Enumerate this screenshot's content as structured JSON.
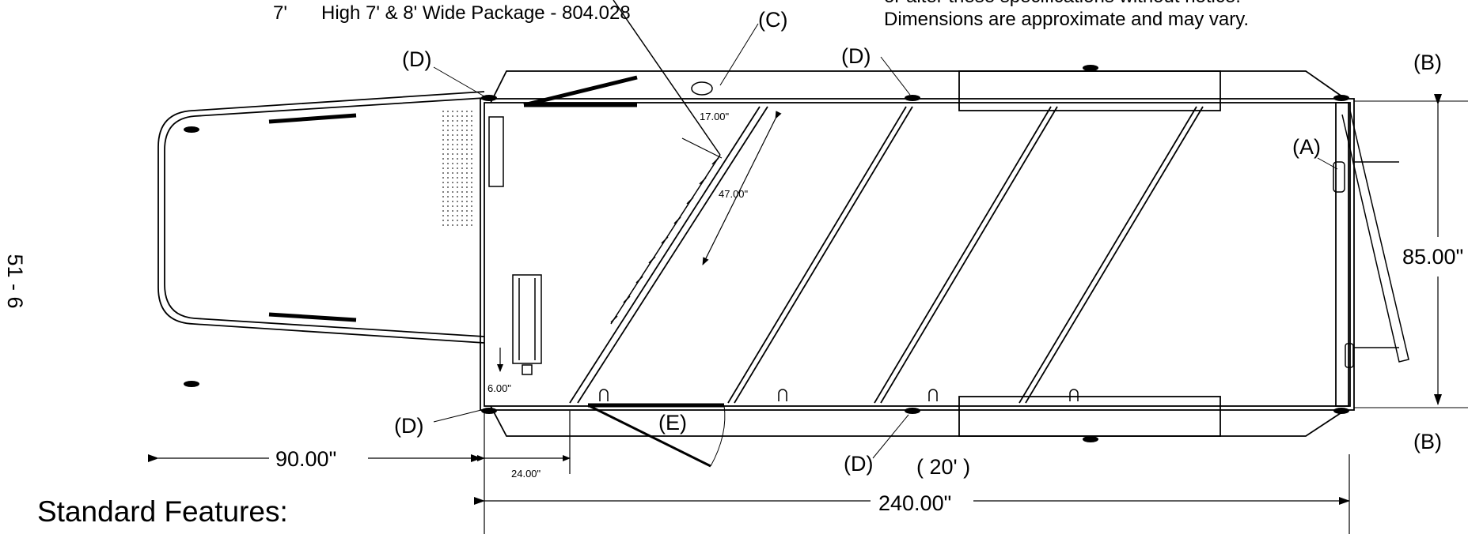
{
  "header": {
    "package_prefix": "7'",
    "package_line": "High 7' & 8'  Wide Package  - 804.028",
    "notice_line1": "or alter these specifications without notice.",
    "notice_line2": "Dimensions are approximate and may vary."
  },
  "page_number": "51 - 6",
  "callouts": {
    "a": "(A)",
    "b_top": "(B)",
    "b_bottom": "(B)",
    "c": "(C)",
    "d_top_left": "(D)",
    "d_top_mid": "(D)",
    "d_bottom_left": "(D)",
    "d_bottom_mid": "(D)",
    "e": "(E)"
  },
  "dimensions": {
    "nose": "90.00\"",
    "walkthrough": "24.00\"",
    "overall_length": "240.00\"",
    "length_feet": "( 20'   )",
    "width": "85.00\"",
    "divider_gap": "17.00\"",
    "stall": "47.00\"",
    "saddle_rack": "6.00\""
  },
  "footer": {
    "standard_features": "Standard Features:"
  }
}
